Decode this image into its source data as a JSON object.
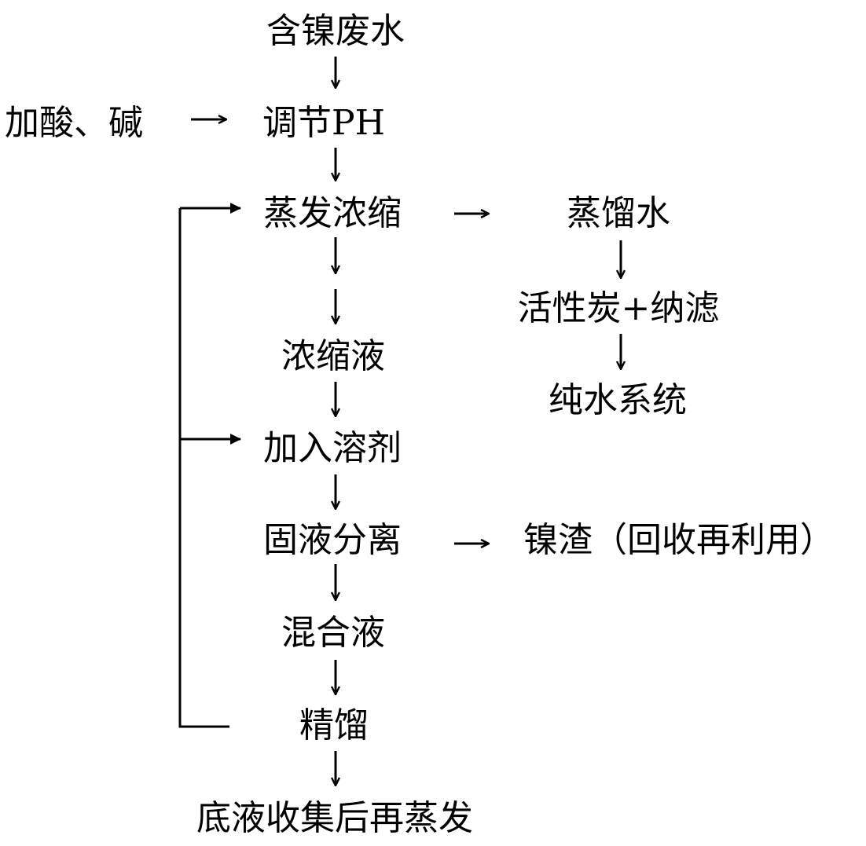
{
  "main_flow": {
    "n1": "含镍废水",
    "n2": "调节PH",
    "n3": "蒸发浓缩",
    "n4": "浓缩液",
    "n5": "加入溶剂",
    "n6": "固液分离",
    "n7": "混合液",
    "n8": "精馏",
    "n9": "底液收集后再蒸发"
  },
  "inputs": {
    "acid_base": "加酸、碱"
  },
  "distillate_branch": {
    "d1": "蒸馏水",
    "d2": "活性炭+纳滤",
    "d3": "纯水系统"
  },
  "residue_branch": {
    "r1": "镍渣（回收再利用）"
  }
}
